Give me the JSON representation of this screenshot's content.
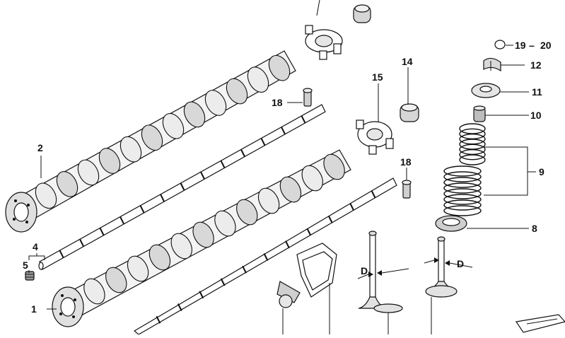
{
  "callouts": {
    "c1": "1",
    "c2": "2",
    "c4": "4",
    "c5": "5",
    "c8": "8",
    "c9": "9",
    "c10": "10",
    "c11": "11",
    "c12": "12",
    "c14": "14",
    "c15": "15",
    "c18a": "18",
    "c18b": "18",
    "c19": "19",
    "c20": "20",
    "dash": "–",
    "d_left": "D",
    "d_right": "D"
  },
  "colors": {
    "ink": "#111111",
    "cam": "#ffffff",
    "shade": "#bdbdbd",
    "lobe": "#e8e8e8"
  }
}
